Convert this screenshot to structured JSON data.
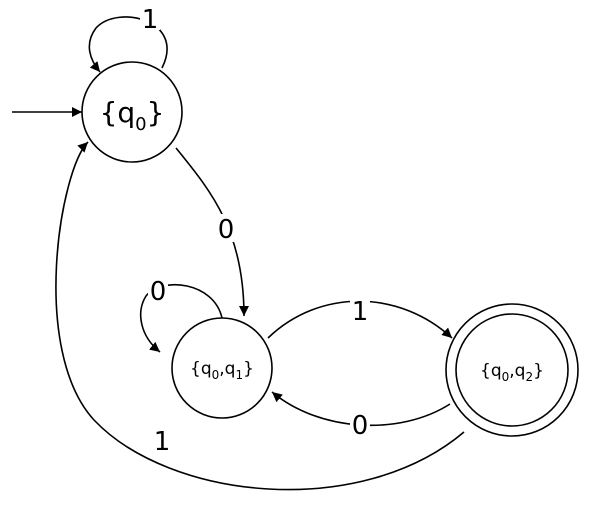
{
  "states": [
    {
      "id": "q0",
      "label": {
        "pre": "{q",
        "s1": "0",
        "mid": "",
        "s2": "",
        "post": "}"
      },
      "start": true,
      "accepting": false
    },
    {
      "id": "q0q1",
      "label": {
        "pre": "{q",
        "s1": "0",
        "mid": ",q",
        "s2": "1",
        "post": "}"
      },
      "start": false,
      "accepting": false
    },
    {
      "id": "q0q2",
      "label": {
        "pre": "{q",
        "s1": "0",
        "mid": ",q",
        "s2": "2",
        "post": "}"
      },
      "start": false,
      "accepting": true
    }
  ],
  "transitions": [
    {
      "from": "q0",
      "to": "q0",
      "symbol": "1"
    },
    {
      "from": "q0",
      "to": "q0q1",
      "symbol": "0"
    },
    {
      "from": "q0q1",
      "to": "q0q1",
      "symbol": "0"
    },
    {
      "from": "q0q1",
      "to": "q0q2",
      "symbol": "1"
    },
    {
      "from": "q0q2",
      "to": "q0q1",
      "symbol": "0"
    },
    {
      "from": "q0q2",
      "to": "q0",
      "symbol": "1"
    }
  ]
}
